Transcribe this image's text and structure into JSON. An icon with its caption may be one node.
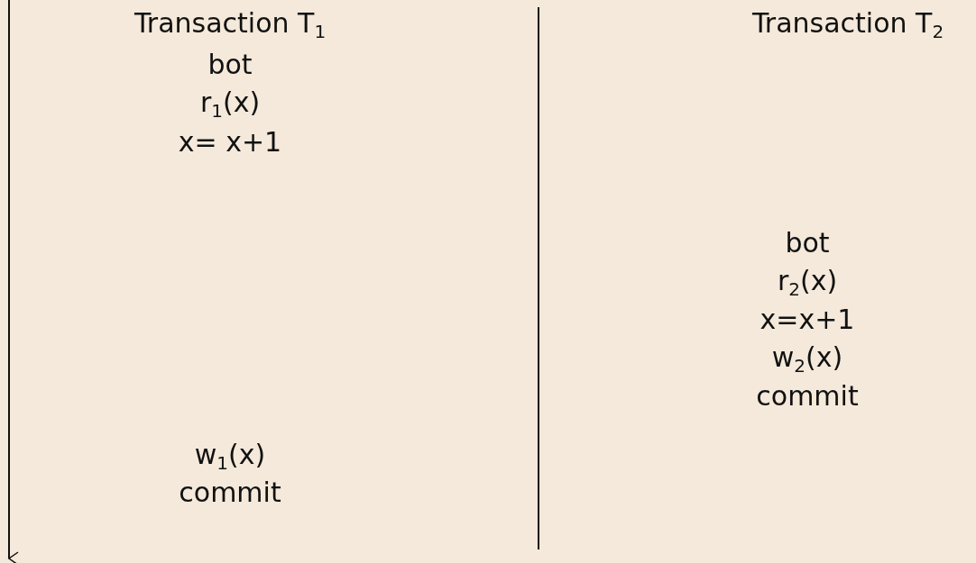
{
  "diagram": {
    "labels": [
      "Transaction T$_{1}$",
      "Transaction T$_{2}$",
      "bot",
      "r$_{1}$(x)",
      "x= x+1",
      "bot",
      "r$_{2}$(x)",
      "x=x+1",
      "w$_{2}$(x)",
      "commit",
      "w$_{1}$(x)",
      "commit"
    ]
  }
}
